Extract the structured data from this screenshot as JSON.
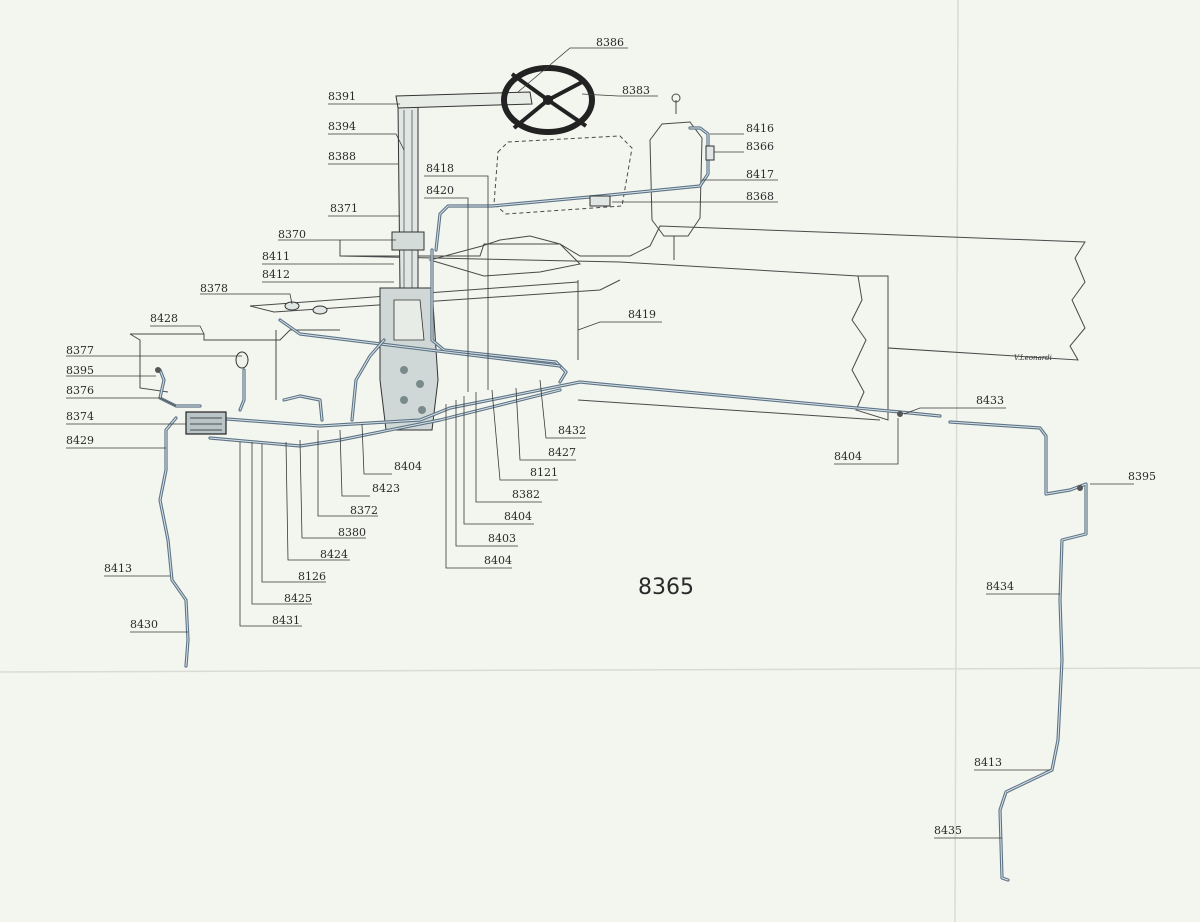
{
  "drawing_number": "8365",
  "signature": "V.Leonardi",
  "parts": {
    "p8386": "8386",
    "p8383": "8383",
    "p8391": "8391",
    "p8394": "8394",
    "p8388": "8388",
    "p8371": "8371",
    "p8370": "8370",
    "p8411": "8411",
    "p8412": "8412",
    "p8378": "8378",
    "p8428": "8428",
    "p8377": "8377",
    "p8395_left": "8395",
    "p8376": "8376",
    "p8374": "8374",
    "p8429": "8429",
    "p8413_left": "8413",
    "p8430": "8430",
    "p8418": "8418",
    "p8420": "8420",
    "p8416": "8416",
    "p8366": "8366",
    "p8417": "8417",
    "p8368": "8368",
    "p8419": "8419",
    "p8433": "8433",
    "p8404_right": "8404",
    "p8395_right": "8395",
    "p8434": "8434",
    "p8413_right": "8413",
    "p8435": "8435",
    "p8432": "8432",
    "p8427": "8427",
    "p8121": "8121",
    "p8382": "8382",
    "p8404_a": "8404",
    "p8403": "8403",
    "p8404_b": "8404",
    "p8404_c": "8404",
    "p8423": "8423",
    "p8372": "8372",
    "p8380": "8380",
    "p8424": "8424",
    "p8126": "8126",
    "p8425": "8425",
    "p8431": "8431"
  }
}
